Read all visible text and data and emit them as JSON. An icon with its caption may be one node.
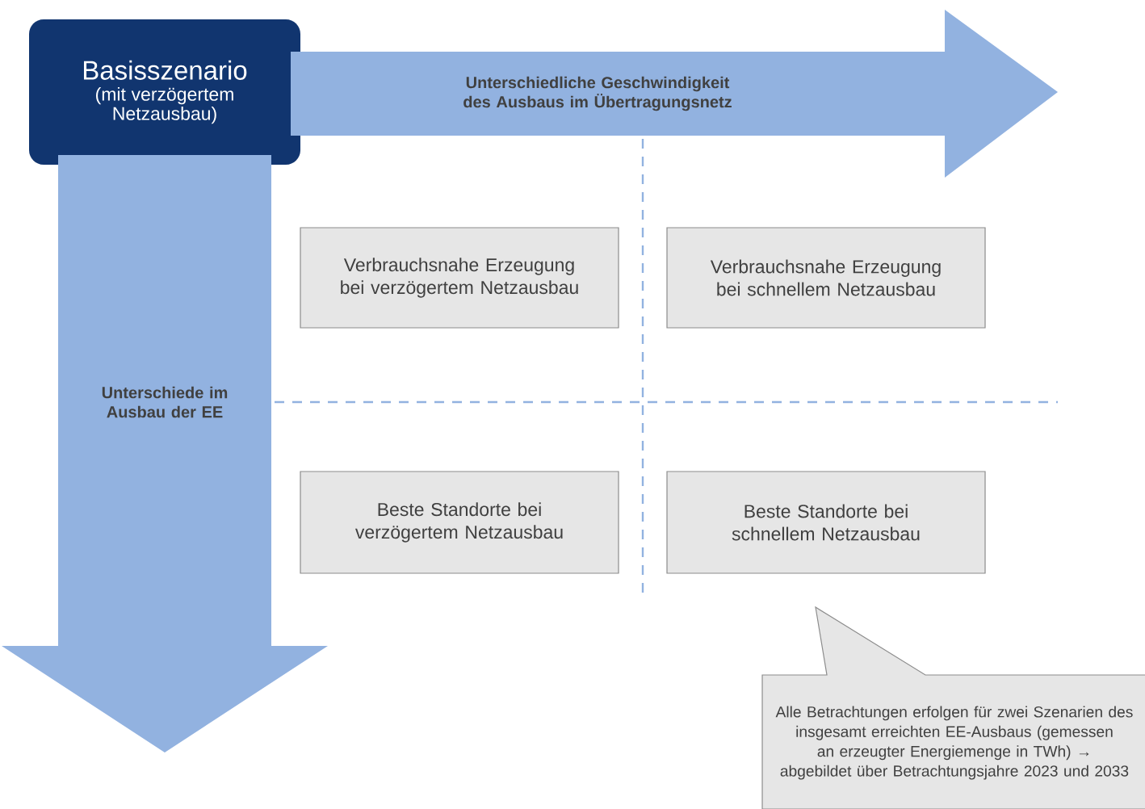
{
  "diagram": {
    "nodes": [
      {
        "text": [
          "Basisszenario",
          "(mit verzögertem Netzausbau)"
        ]
      },
      {
        "text": [
          "Unterschiedliche Geschwindigkeit des Ausbaus im Übertragungsnetz"
        ]
      },
      {
        "text": [
          "Unterschiede im Ausbau der EE"
        ]
      },
      {
        "text": [
          "Verbrauchsnahe Erzeugung bei verzögertem Netzausbau"
        ]
      },
      {
        "text": [
          "Verbrauchsnahe Erzeugung bei schnellem Netzausbau"
        ]
      },
      {
        "text": [
          "Beste Standorte bei verzögertem Netzausbau"
        ]
      },
      {
        "text": [
          "Beste Standorte bei schnellem Netzausbau"
        ]
      },
      {
        "text": [
          "Alle Betrachtungen erfolgen für zwei Szenarien des insgesamt erreichten EE-Ausbaus (gemessen an erzeugter Energiemenge in TWh) → abgebildet über Betrachtungsjahre 2023 und 2033"
        ]
      }
    ]
  }
}
